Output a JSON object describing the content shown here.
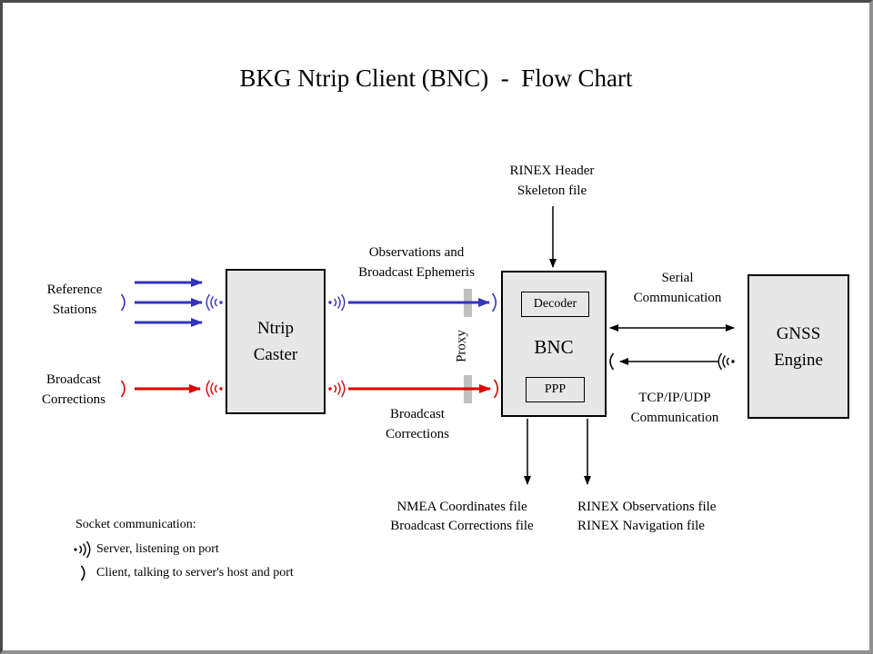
{
  "title": "BKG Ntrip Client (BNC)  -  Flow Chart",
  "nodes": {
    "reference_stations": [
      "Reference",
      "Stations"
    ],
    "broadcast_corrections_source": [
      "Broadcast",
      "Corrections"
    ],
    "ntrip_caster": [
      "Ntrip",
      "Caster"
    ],
    "bnc": {
      "label": "BNC",
      "decoder": "Decoder",
      "ppp": "PPP"
    },
    "gnss_engine": [
      "GNSS",
      "Engine"
    ]
  },
  "labels": {
    "observations": [
      "Observations and",
      "Broadcast Ephemeris"
    ],
    "broadcast_corrections_stream": [
      "Broadcast",
      "Corrections"
    ],
    "rinex_header": [
      "RINEX Header",
      "Skeleton file"
    ],
    "serial": [
      "Serial",
      "Communication"
    ],
    "tcp": [
      "TCP/IP/UDP",
      "Communication"
    ],
    "proxy": "Proxy",
    "nmea_output": [
      "NMEA Coordinates file",
      "Broadcast Corrections file"
    ],
    "rinex_output": [
      "RINEX Observations file",
      "RINEX Navigation file"
    ]
  },
  "legend": {
    "title": "Socket communication:",
    "server": "Server, listening on port",
    "client": "Client, talking to server's host and port"
  },
  "colors": {
    "data_stream_blue": "#3333bb",
    "correction_stream_red": "#dd0000",
    "connector_black": "#000000",
    "node_fill": "#e7e7e7",
    "proxy_bar": "#c0c0c0"
  },
  "icons": {
    "server_socket": "radiating-arcs-with-dot",
    "client_socket": "single-arc"
  }
}
